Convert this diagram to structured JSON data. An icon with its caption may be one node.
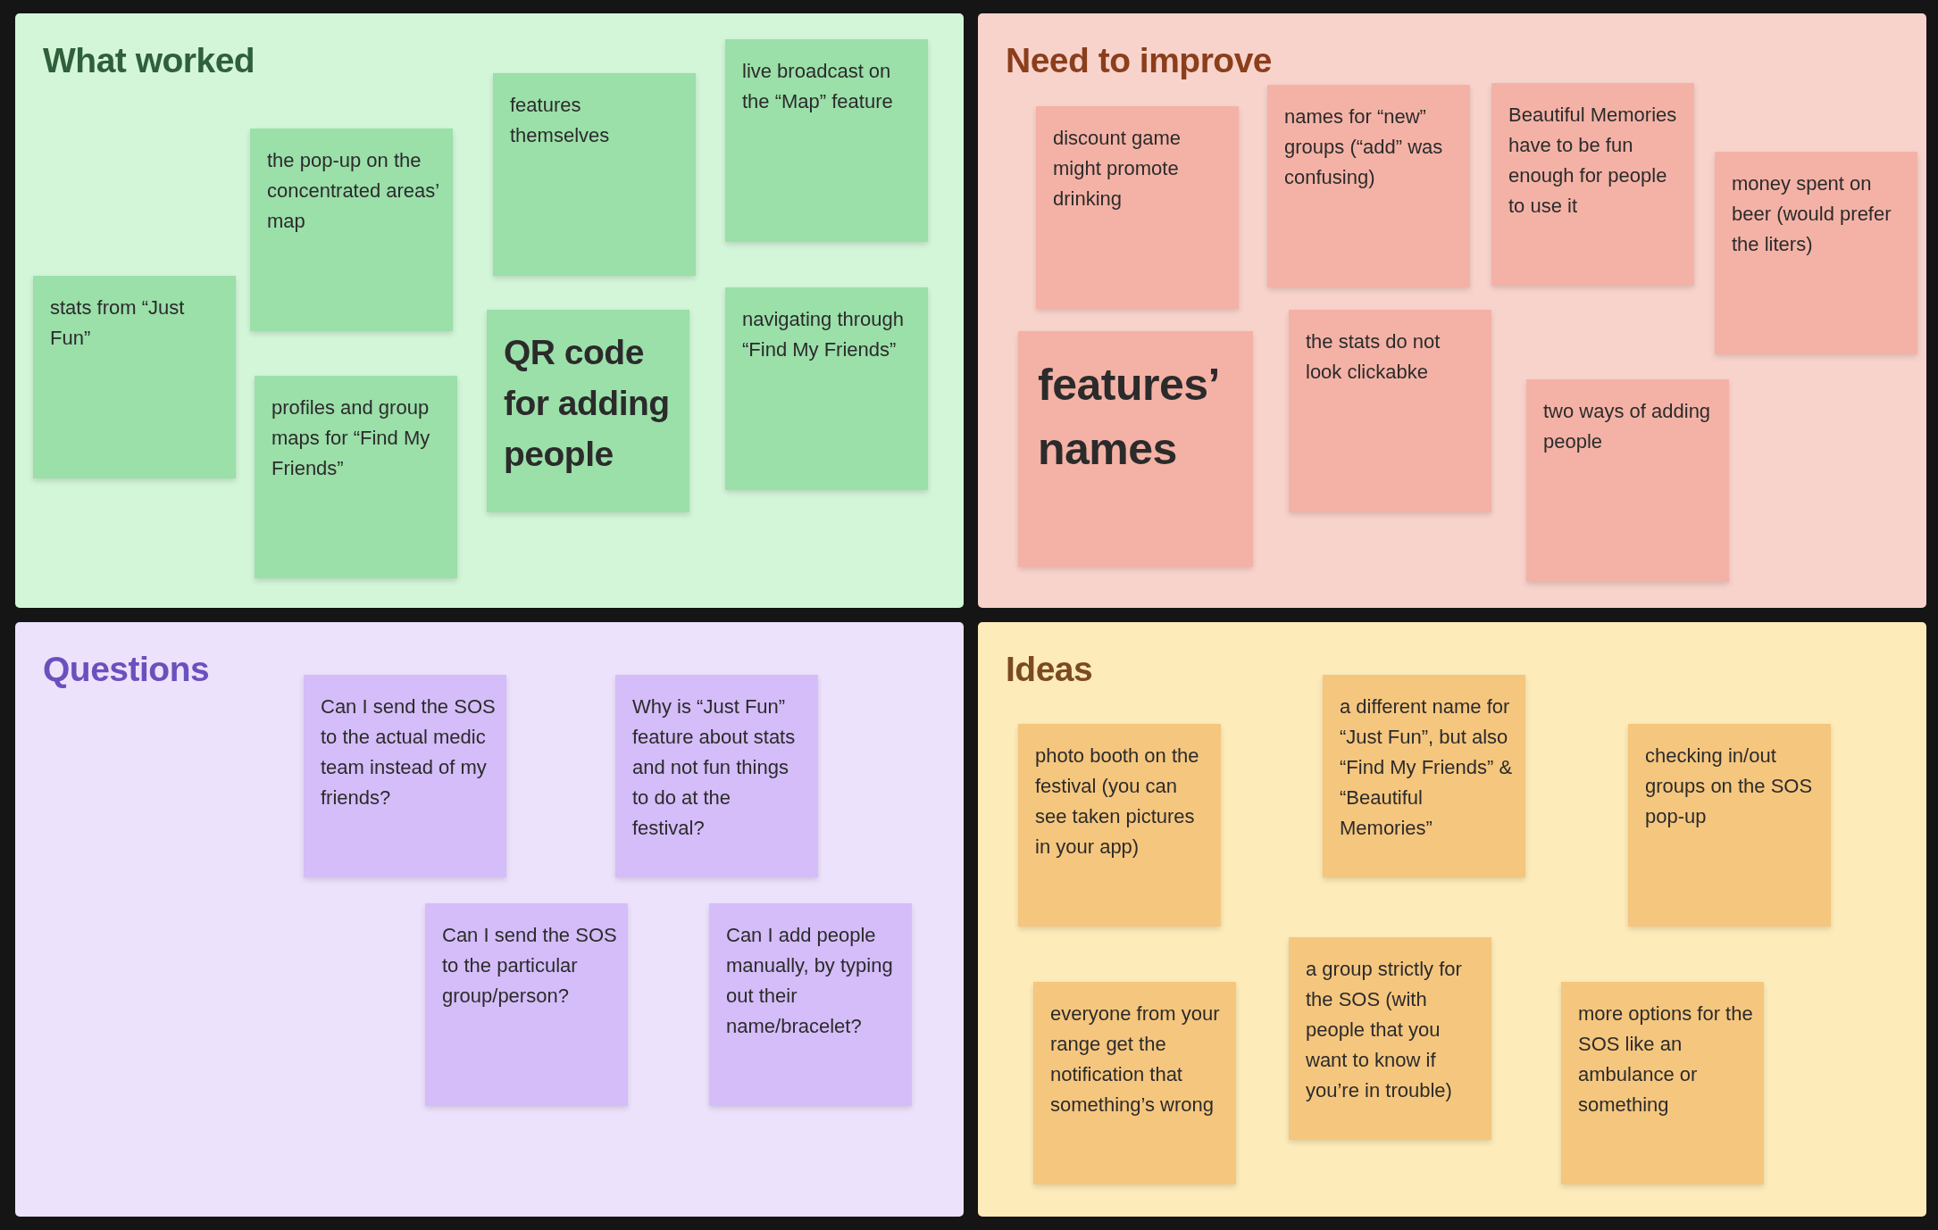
{
  "diagram": {
    "nodes": [
      {
        "text": [
          "What worked"
        ]
      },
      {
        "text": [
          "the pop-up on the concentrated areas’ map"
        ],
        "in": 0
      },
      {
        "text": [
          "features themselves"
        ],
        "in": 0
      },
      {
        "text": [
          "live broadcast on the “Map” feature"
        ],
        "in": 0
      },
      {
        "text": [
          "stats from “Just Fun”"
        ],
        "in": 0
      },
      {
        "text": [
          "profiles and group maps for “Find My Friends”"
        ],
        "in": 0
      },
      {
        "text": [
          "QR code for adding people"
        ],
        "in": 0
      },
      {
        "text": [
          "navigating through “Find My Friends”"
        ],
        "in": 0
      },
      {
        "text": [
          "Need to improve"
        ]
      },
      {
        "text": [
          "discount game might promote drinking"
        ],
        "in": 8
      },
      {
        "text": [
          "names for “new” groups (“add” was confusing)"
        ],
        "in": 8
      },
      {
        "text": [
          "Beautiful Memories have to be fun enough for people to use it"
        ],
        "in": 8
      },
      {
        "text": [
          "money spent on beer (would prefer the liters)"
        ],
        "in": 8
      },
      {
        "text": [
          "features’ names"
        ],
        "in": 8
      },
      {
        "text": [
          "the stats do not look clickabke"
        ],
        "in": 8
      },
      {
        "text": [
          "two ways of adding people"
        ],
        "in": 8
      },
      {
        "text": [
          "Questions"
        ]
      },
      {
        "text": [
          "Can I send the SOS to the actual medic team instead of my friends?"
        ],
        "in": 16
      },
      {
        "text": [
          "Why is “Just Fun” feature about stats and not fun things to do at the festival?"
        ],
        "in": 16
      },
      {
        "text": [
          "Can I send the SOS to the particular group/person?"
        ],
        "in": 16
      },
      {
        "text": [
          "Can I add people manually, by typing out their name/bracelet?"
        ],
        "in": 16
      },
      {
        "text": [
          "Ideas"
        ]
      },
      {
        "text": [
          "photo booth on the festival (you can see taken pictures in your app)"
        ],
        "in": 21
      },
      {
        "text": [
          "a different name for “Just Fun”, but also “Find My Friends” & “Beautiful Memories”"
        ],
        "in": 21
      },
      {
        "text": [
          "checking in/out groups on the SOS pop-up"
        ],
        "in": 21
      },
      {
        "text": [
          "everyone from your range get the notification that something’s wrong"
        ],
        "in": 21
      },
      {
        "text": [
          "a group strictly for the SOS (with people that you want to know if you’re in trouble)"
        ],
        "in": 21
      },
      {
        "text": [
          "more options for the SOS like an ambulance or something"
        ],
        "in": 21
      }
    ]
  }
}
